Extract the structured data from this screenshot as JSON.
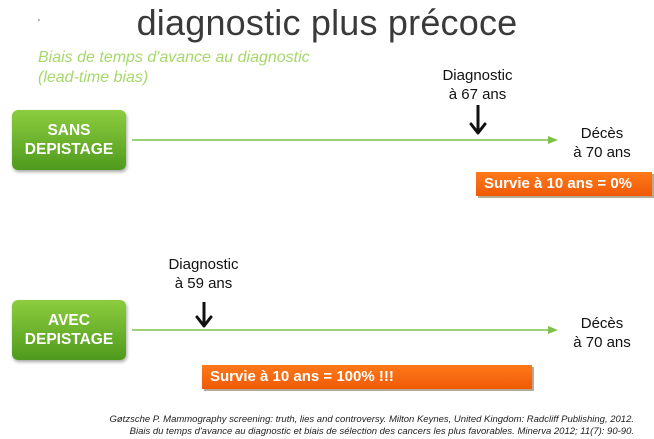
{
  "title": "diagnostic plus précoce",
  "title_mark": "'",
  "subtitle": {
    "line1": "Biais de temps d'avance au diagnostic",
    "line2": "(lead-time bias)"
  },
  "rows": [
    {
      "label_line1": "SANS",
      "label_line2": "DEPISTAGE",
      "diagnostic_line1": "Diagnostic",
      "diagnostic_line2": "à 67 ans",
      "death_line1": "Décès",
      "death_line2": "à 70 ans",
      "survival": "Survie à 10 ans = 0%"
    },
    {
      "label_line1": "AVEC",
      "label_line2": "DEPISTAGE",
      "diagnostic_line1": "Diagnostic",
      "diagnostic_line2": "à 59 ans",
      "death_line1": "Décès",
      "death_line2": "à 70 ans",
      "survival": "Survie à 10 ans = 100% !!!"
    }
  ],
  "footnote": {
    "line1": "Gøtzsche P. Mammography screening: truth, lies and controversy. Milton Keynes, United Kingdom: Radcliff Publishing, 2012.",
    "line2": "Biais du temps d'avance au diagnostic et biais de sélection des cancers les plus favorables. Minerva 2012; 11(7): 90-90."
  },
  "colors": {
    "green": "#6fb52e",
    "orange": "#f26a0e",
    "subtitle_green": "#a6d86a",
    "line": "#7fc04a"
  }
}
